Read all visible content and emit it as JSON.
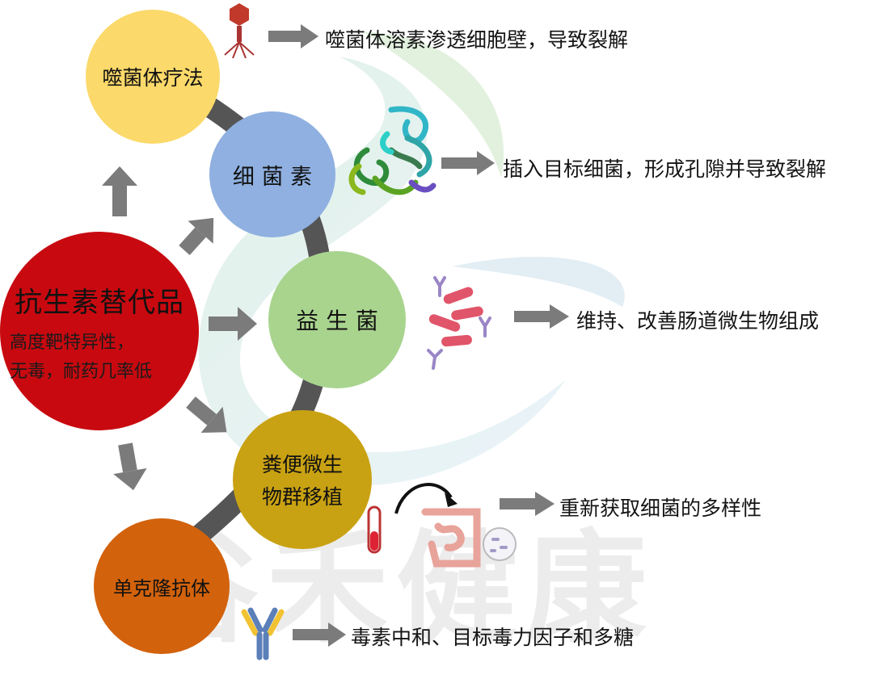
{
  "center": {
    "title": "抗生素替代品",
    "subtitle_line1": "高度靶特异性，",
    "subtitle_line2": "无毒，耐药几率低"
  },
  "nodes": [
    {
      "label": "噬菌体疗法",
      "color": "#fbd96a",
      "description": "噬菌体溶素渗透细胞壁，导致裂解"
    },
    {
      "label": "细 菌 素",
      "color": "#8fb0e0",
      "description": "插入目标细菌，形成孔隙并导致裂解"
    },
    {
      "label": "益 生 菌",
      "color": "#a9d48e",
      "description": "维持、改善肠道微生物组成"
    },
    {
      "label_line1": "粪便微生",
      "label_line2": "物群移植",
      "color": "#c9a213",
      "description": "重新获取细菌的多样性"
    },
    {
      "label": "单克隆抗体",
      "color": "#d2620c",
      "description": "毒素中和、目标毒力因子和多糖"
    }
  ],
  "colors": {
    "center": "#c80a10",
    "arrow": "#7b7b7b",
    "arc": "#555555"
  },
  "icons": [
    "bacteriophage-icon",
    "protein-structure-icon",
    "bacteria-icon",
    "test-tube-icon",
    "intestine-icon",
    "petri-dish-icon",
    "antibody-icon"
  ],
  "watermark": "谷禾健康"
}
